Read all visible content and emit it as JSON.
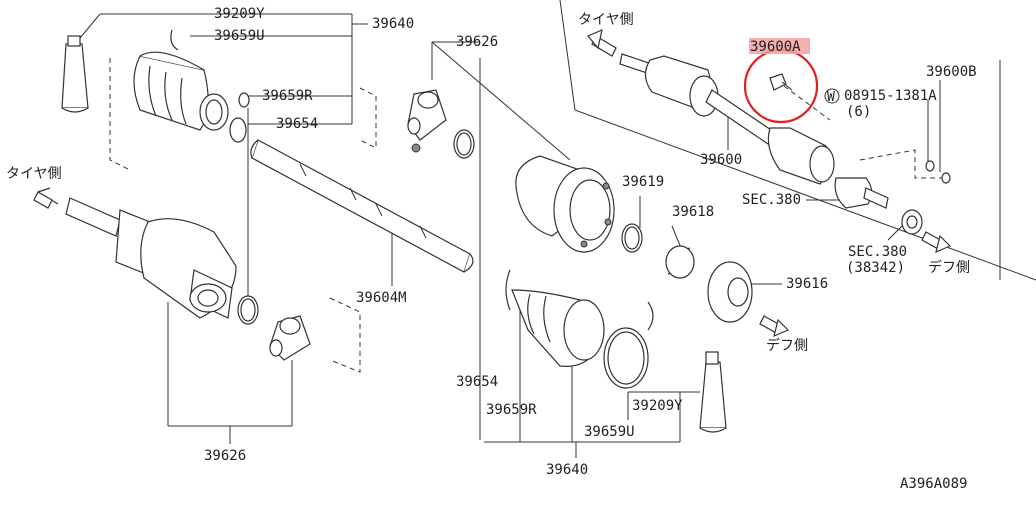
{
  "labels": {
    "p39209y_top": "39209Y",
    "p39659u_top": "39659U",
    "p39640_top": "39640",
    "p39659r_top": "39659R",
    "p39654_top": "39654",
    "p39626_top": "39626",
    "p39619": "39619",
    "p39618": "39618",
    "p39616": "39616",
    "p39604m": "39604M",
    "p39654_bot": "39654",
    "p39659r_bot": "39659R",
    "p39209y_bot": "39209Y",
    "p39659u_bot": "39659U",
    "p39640_bot": "39640",
    "p39626_bot": "39626",
    "p39600a": "39600A",
    "p39600b": "39600B",
    "p39600": "39600",
    "washer_circle": "W",
    "washer_part": "08915-1381A",
    "washer_qty": "(6)",
    "sec380_a": "SEC.380",
    "sec380_b": "SEC.380",
    "sec380_b_sub": "(38342)",
    "tire_side_left": "タイヤ側",
    "tire_side_top": "タイヤ側",
    "diff_side_right": "デフ側",
    "diff_side_mid": "デフ側",
    "diagram_code": "A396A089"
  },
  "colors": {
    "highlight_ring": "#e02020",
    "highlight_fill": "#f4a0a0",
    "line": "#333333"
  }
}
